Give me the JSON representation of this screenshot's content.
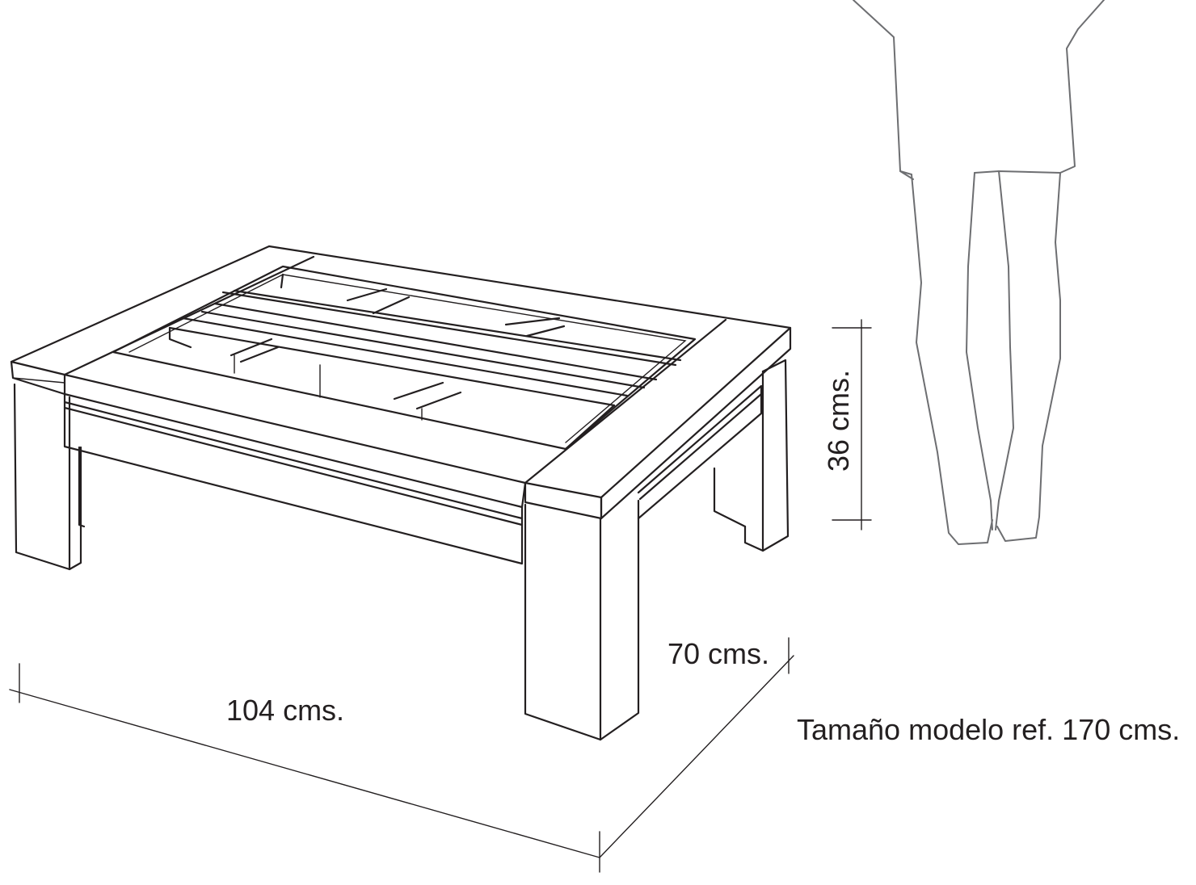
{
  "dimensions": {
    "width_label": "104 cms.",
    "depth_label": "70 cms.",
    "height_label": "36 cms."
  },
  "reference": {
    "label": "Tamaño  modelo ref. 170 cms."
  },
  "colors": {
    "line": "#231f20",
    "figure_line": "#6d6e71",
    "background": "#ffffff"
  }
}
